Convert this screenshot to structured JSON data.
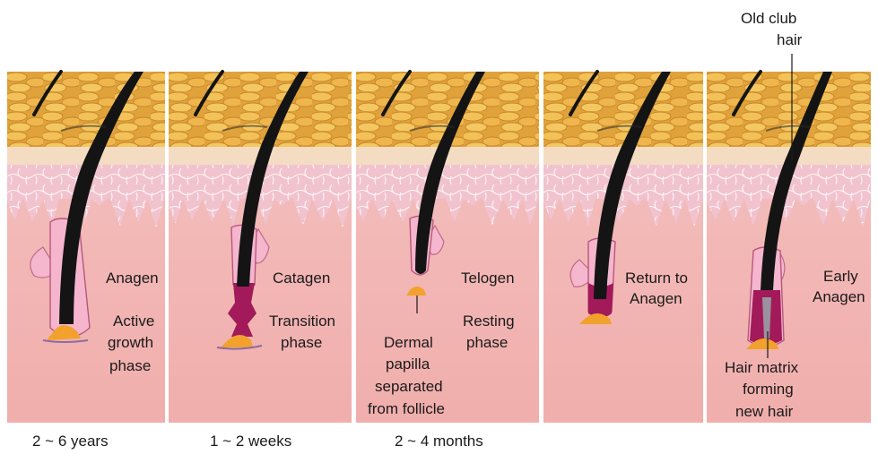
{
  "panels": [
    {
      "phase": "Anagen",
      "description": [
        "Active",
        "growth",
        "phase"
      ],
      "duration": "2 ~ 6 years"
    },
    {
      "phase": "Catagen",
      "description": [
        "Transition",
        "phase"
      ],
      "duration": "1 ~ 2 weeks"
    },
    {
      "phase": "Telogen",
      "description": [
        "Resting",
        "phase"
      ],
      "callout": [
        "Dermal",
        "papilla",
        "separated",
        "from follicle"
      ],
      "duration": "2 ~ 4 months"
    },
    {
      "phase": [
        "Return to",
        "Anagen"
      ]
    },
    {
      "phase": [
        "Early",
        "Anagen"
      ],
      "callout_top": [
        "Old club",
        "hair"
      ],
      "callout_bottom": [
        "Hair matrix",
        "forming",
        "new hair"
      ]
    }
  ],
  "colors": {
    "fat_layer": "#e2a43a",
    "epidermis_band": "#f4dfc6",
    "dermis_upper": "#f1c6cf",
    "dermis_lower": "#f2b8b3",
    "hair_shaft": "#141414",
    "follicle_sheath": "#f5b6cd",
    "follicle_outline": "#b7587c",
    "bulb_magenta": "#a21a5a",
    "papilla_orange": "#f2a12c",
    "panel_divider": "#ffffff"
  }
}
